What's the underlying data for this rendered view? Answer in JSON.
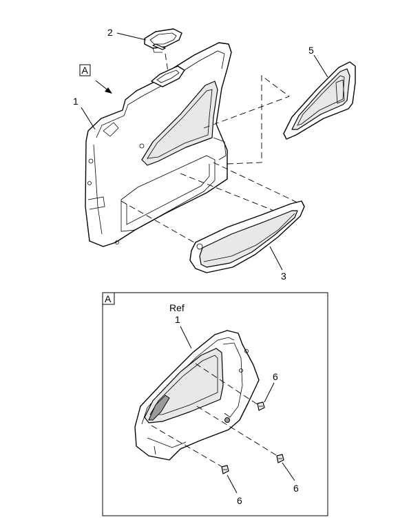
{
  "view_tag": "A",
  "detail_tag": "A",
  "callouts": {
    "door_panel": "1",
    "pull_cup": "2",
    "armrest_trim": "3",
    "window_trim": "5",
    "clip_right_upper": "6",
    "clip_lower_left": "6",
    "clip_lower_right": "6"
  },
  "detail": {
    "ref_text": "Ref",
    "ref_number": "1"
  }
}
